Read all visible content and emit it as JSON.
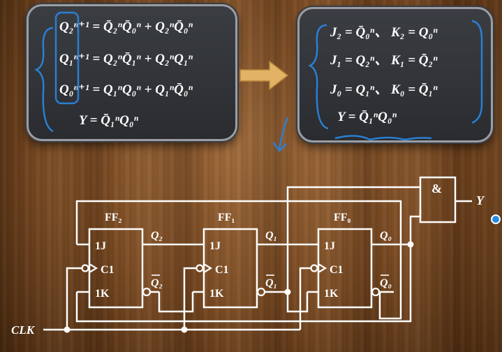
{
  "left_panel": {
    "equations": [
      "Q₂ⁿ⁺¹ = Q̄₂ⁿQ̄₀ⁿ + Q₂ⁿQ̄₀ⁿ",
      "Q₁ⁿ⁺¹ = Q₂ⁿQ̄₁ⁿ + Q₂ⁿQ₁ⁿ",
      "Q₀ⁿ⁺¹ = Q₁ⁿQ₀ⁿ + Q₁ⁿQ̄₀ⁿ",
      "Y = Q̄₁ⁿQ₀ⁿ"
    ]
  },
  "right_panel": {
    "equations": [
      "J₂ = Q̄₀ⁿ、 K₂ = Q₀ⁿ",
      "J₁ = Q₂ⁿ、 K₁ = Q̄₂ⁿ",
      "J₀ = Q₁ⁿ、 K₀ = Q̄₁ⁿ",
      "Y = Q̄₁ⁿQ₀ⁿ"
    ]
  },
  "circuit": {
    "flipflops": [
      {
        "name": "FF₂",
        "j": "1J",
        "c": "C1",
        "k": "1K",
        "q": "Q₂",
        "qbar": "Q₂"
      },
      {
        "name": "FF₁",
        "j": "1J",
        "c": "C1",
        "k": "1K",
        "q": "Q₁",
        "qbar": "Q₁"
      },
      {
        "name": "FF₀",
        "j": "1J",
        "c": "C1",
        "k": "1K",
        "q": "Q₀",
        "qbar": "Q₀"
      }
    ],
    "gate_label": "&",
    "output_label": "Y",
    "clock_label": "CLK"
  },
  "colors": {
    "annotation": "#2a7fd4",
    "arrow": "#e0b060",
    "wire": "#ffffff"
  }
}
